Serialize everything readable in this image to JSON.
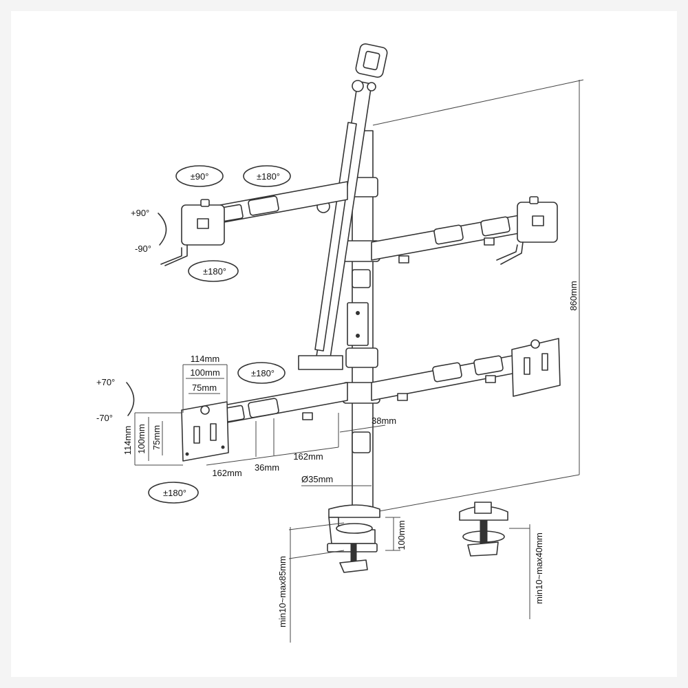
{
  "rotation_labels": {
    "top_left_swivel": "±90°",
    "top_mid_rotate": "±180°",
    "tilt_plus": "+90°",
    "tilt_minus": "-90°",
    "top_left_rotate": "±180°",
    "mid_rotate": "±180°",
    "tilt_plus_lower": "+70°",
    "tilt_minus_lower": "-70°",
    "bottom_left_rotate": "±180°"
  },
  "dimensions": {
    "height_total": "860mm",
    "vesa_114_w": "114mm",
    "vesa_100_w": "100mm",
    "vesa_75_w": "75mm",
    "vesa_114_h": "114mm",
    "vesa_100_h": "100mm",
    "vesa_75_h": "75mm",
    "arm_162_a": "162mm",
    "arm_36": "36mm",
    "arm_162_b": "162mm",
    "pole_offset": "38mm",
    "pole_diameter": "Ø35mm",
    "clamp_height": "100mm",
    "clamp_range": "min10~max85mm",
    "grommet_range": "min10~max40mm"
  },
  "colors": {
    "line": "#333333",
    "background": "#ffffff",
    "frame": "#f4f4f4"
  }
}
